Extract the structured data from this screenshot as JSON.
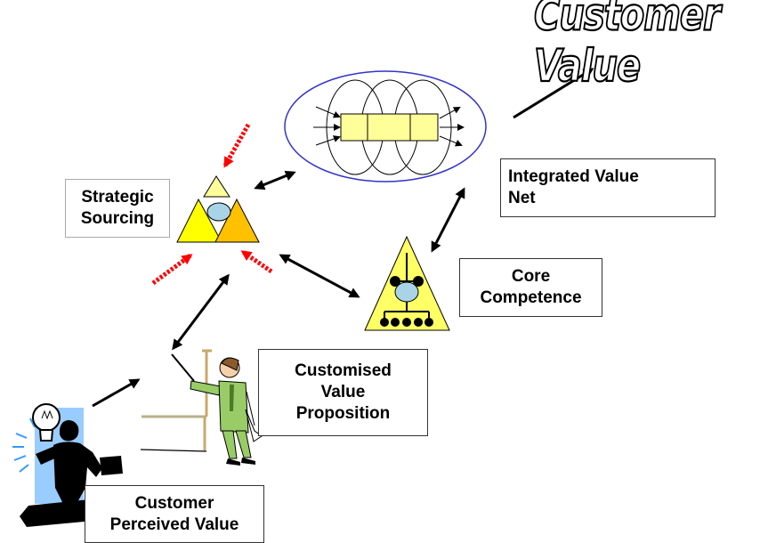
{
  "title": "Customer Value",
  "labels": {
    "strategic_sourcing": "Strategic\nSourcing",
    "integrated_value_net": "Integrated Value\nNet",
    "core_competence": "Core\nCompetence",
    "customised_value_proposition": "Customised\nValue\nProposition",
    "customer_perceived_value": "Customer\nPerceived Value"
  },
  "colors": {
    "triangle_yellow": "#ffff00",
    "triangle_orange": "#ffc000",
    "triangle_pale": "#ffff99",
    "circle_blue": "#a9d4e8",
    "ellipse_outline": "#3333cc",
    "box_fill": "#ffff99",
    "red_arrow": "#ff0000",
    "figure_blue": "#99ccff",
    "figure_green": "#99cc66"
  },
  "icons": {
    "value_net_ellipse": "ellipse-icon",
    "sourcing_triangles": "triangles-icon",
    "competence_triangle": "hierarchy-icon",
    "presenter": "presenter-icon",
    "thinker": "lightbulb-person-icon"
  }
}
